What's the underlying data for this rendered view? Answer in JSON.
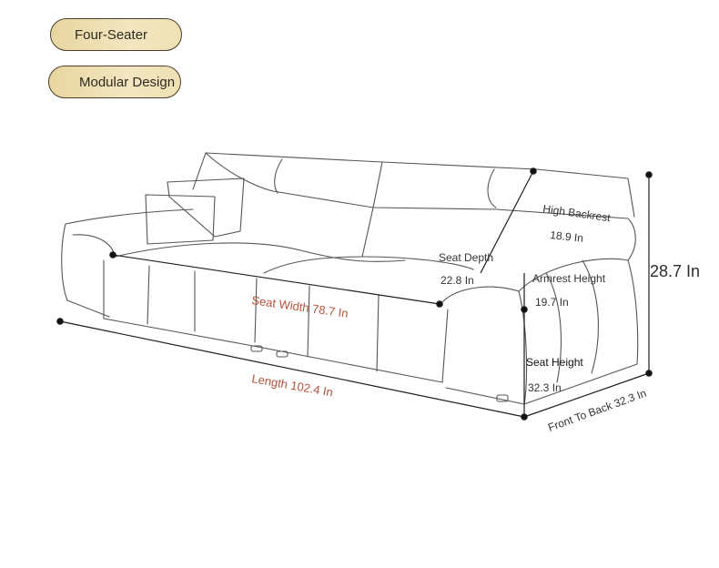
{
  "tags": {
    "four_seater": "Four-Seater",
    "modular_design": "Modular Design"
  },
  "dimensions": {
    "high_backrest_label": "High Backrest",
    "high_backrest_value": "18.9 In",
    "seat_depth_label": "Seat Depth",
    "seat_depth_value": "22.8 In",
    "armrest_height_label": "Armrest Height",
    "armrest_height_value": "19.7 In",
    "overall_height_value": "28.7 In",
    "seat_width_label": "Seat Width 78.7 In",
    "length_label": "Length 102.4 In",
    "seat_height_label": "Seat Height",
    "seat_height_value": "32.3 In",
    "front_to_back_label": "Front To Back 32.3 In"
  },
  "colors": {
    "tag_fill": "#efe0b4",
    "tag_border": "#4a3e28",
    "accent_red": "#b5533a",
    "line": "#222222"
  }
}
